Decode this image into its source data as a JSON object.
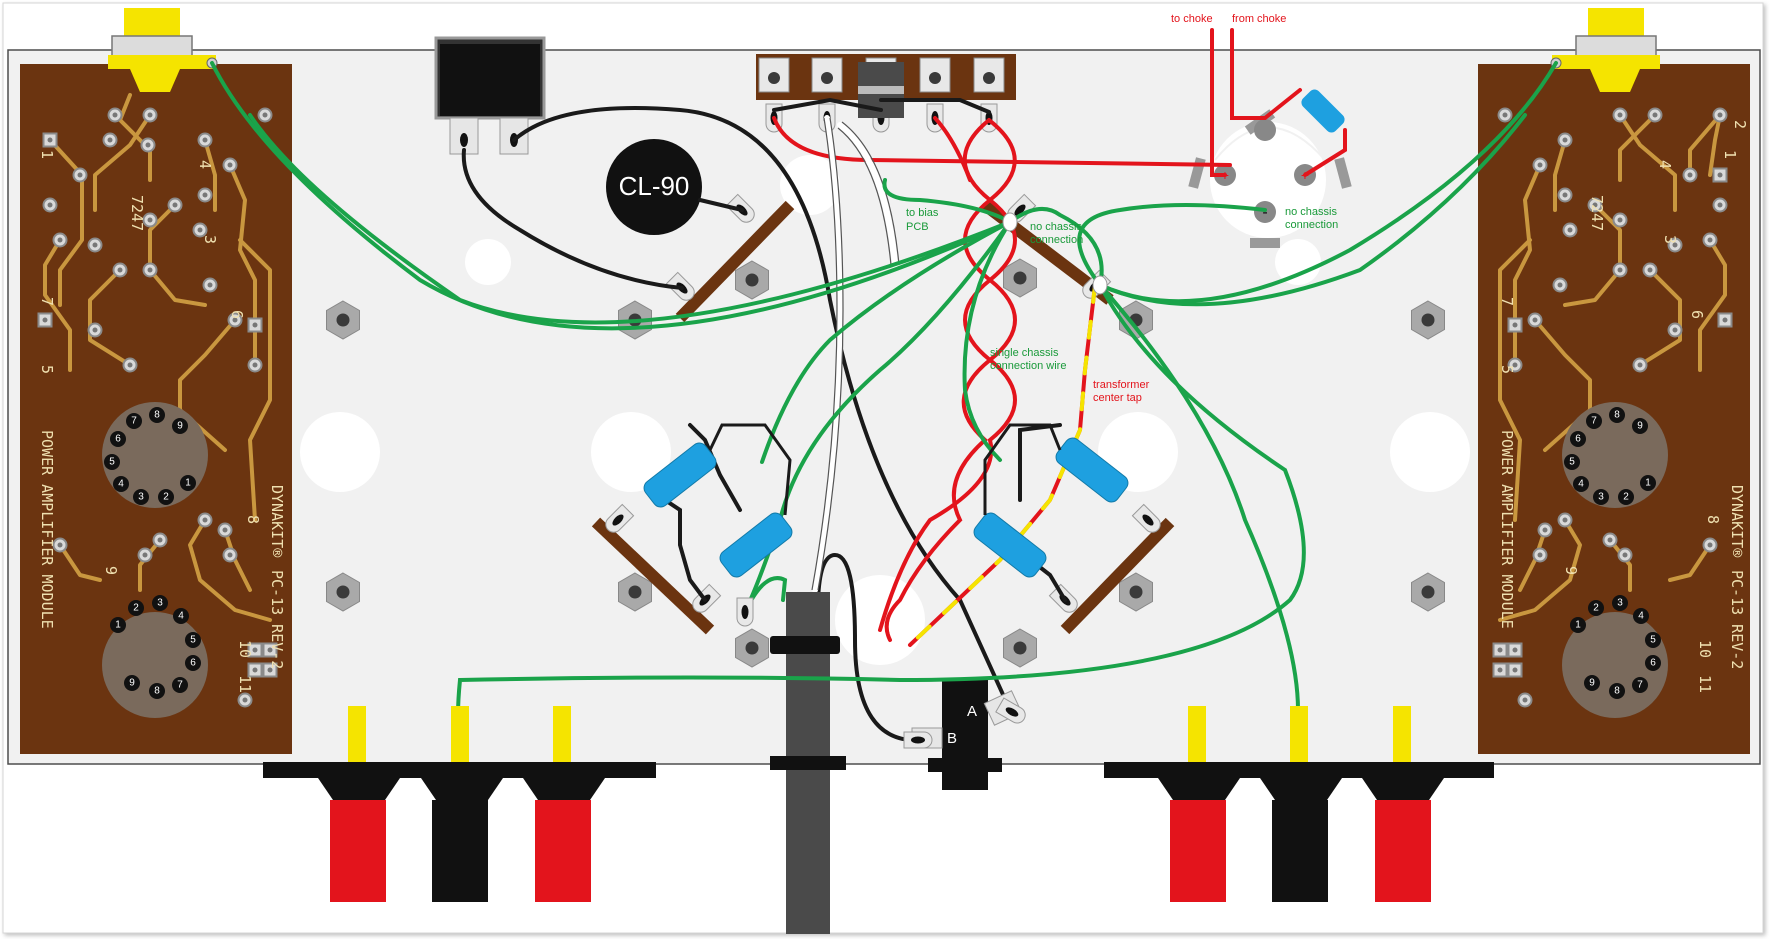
{
  "labels": {
    "cl90": "CL-90",
    "to_choke": "to choke",
    "from_choke": "from choke",
    "to_bias_1": "to bias",
    "to_bias_2": "PCB",
    "no_chassis_a_1": "no chassis",
    "no_chassis_a_2": "connection",
    "no_chassis_b_1": "no chassis",
    "no_chassis_b_2": "connection",
    "single_chassis_1": "single chassis",
    "single_chassis_2": "connection wire",
    "center_tap_1": "transformer",
    "center_tap_2": "center tap",
    "switch_a": "A",
    "switch_b": "B",
    "cap_plus_1": "+",
    "cap_plus_2": "+",
    "cap_minus": "-"
  },
  "pcb": {
    "tube_id": "7247",
    "title": "POWER AMPLIFIER MODULE",
    "brand": "DYNAKIT®",
    "model": "PC-13 REV-2",
    "pads": [
      "1",
      "2",
      "3",
      "4",
      "5",
      "6",
      "7",
      "8",
      "9",
      "10",
      "11"
    ],
    "socket_pins": [
      "1",
      "2",
      "3",
      "4",
      "5",
      "6",
      "7",
      "8",
      "9"
    ]
  },
  "colors": {
    "pcb": "#6b3410",
    "trace": "#c9973f",
    "chassis": "#f1f1f1",
    "green_wire": "#1aa34a",
    "red_wire": "#e3141c",
    "black_wire": "#1a1a1a",
    "resistor": "#1ea0e0",
    "rca_yellow": "#f5e400",
    "terminal_red": "#e3141c",
    "label_green": "#1a9a3a",
    "label_red": "#e3141c"
  }
}
